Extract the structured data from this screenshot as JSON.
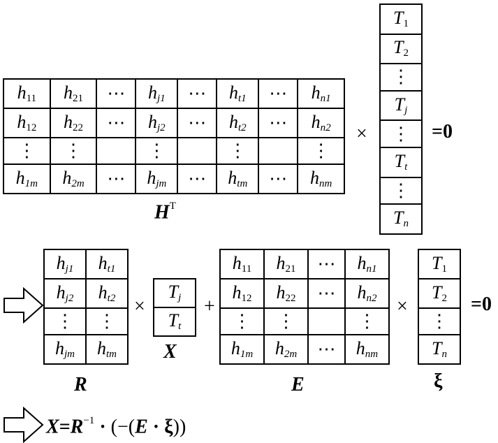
{
  "h_matrix": {
    "rows": [
      [
        [
          "h",
          "11"
        ],
        [
          "h",
          "21"
        ],
        [
          "⋯",
          ""
        ],
        [
          "h",
          "j1"
        ],
        [
          "⋯",
          ""
        ],
        [
          "h",
          "t1"
        ],
        [
          "⋯",
          ""
        ],
        [
          "h",
          "n1"
        ]
      ],
      [
        [
          "h",
          "12"
        ],
        [
          "h",
          "22"
        ],
        [
          "⋯",
          ""
        ],
        [
          "h",
          "j2"
        ],
        [
          "⋯",
          ""
        ],
        [
          "h",
          "t2"
        ],
        [
          "⋯",
          ""
        ],
        [
          "h",
          "n2"
        ]
      ],
      [
        [
          "⋮",
          ""
        ],
        [
          "⋮",
          ""
        ],
        [
          "",
          ""
        ],
        [
          "⋮",
          ""
        ],
        [
          "",
          ""
        ],
        [
          "⋮",
          ""
        ],
        [
          "",
          ""
        ],
        [
          "⋮",
          ""
        ]
      ],
      [
        [
          "h",
          "1m"
        ],
        [
          "h",
          "2m"
        ],
        [
          "⋯",
          ""
        ],
        [
          "h",
          "jm"
        ],
        [
          "⋯",
          ""
        ],
        [
          "h",
          "tm"
        ],
        [
          "⋯",
          ""
        ],
        [
          "h",
          "nm"
        ]
      ]
    ],
    "label": "H",
    "label_sup": "T"
  },
  "t_vector": {
    "cells": [
      [
        "T",
        "1"
      ],
      [
        "T",
        "2"
      ],
      [
        "⋮",
        ""
      ],
      [
        "T",
        "j"
      ],
      [
        "⋮",
        ""
      ],
      [
        "T",
        "t"
      ],
      [
        "⋮",
        ""
      ],
      [
        "T",
        "n"
      ]
    ]
  },
  "r_matrix": {
    "rows": [
      [
        [
          "h",
          "j1"
        ],
        [
          "h",
          "t1"
        ]
      ],
      [
        [
          "h",
          "j2"
        ],
        [
          "h",
          "t2"
        ]
      ],
      [
        [
          "⋮",
          ""
        ],
        [
          "⋮",
          ""
        ]
      ],
      [
        [
          "h",
          "jm"
        ],
        [
          "h",
          "tm"
        ]
      ]
    ],
    "label": "R"
  },
  "x_vector": {
    "cells": [
      [
        "T",
        "j"
      ],
      [
        "T",
        "t"
      ]
    ],
    "label": "X"
  },
  "e_matrix": {
    "rows": [
      [
        [
          "h",
          "11"
        ],
        [
          "h",
          "21"
        ],
        [
          "⋯",
          ""
        ],
        [
          "h",
          "n1"
        ]
      ],
      [
        [
          "h",
          "12"
        ],
        [
          "h",
          "22"
        ],
        [
          "⋯",
          ""
        ],
        [
          "h",
          "n2"
        ]
      ],
      [
        [
          "⋮",
          ""
        ],
        [
          "⋮",
          ""
        ],
        [
          "",
          ""
        ],
        [
          "⋮",
          ""
        ]
      ],
      [
        [
          "h",
          "1m"
        ],
        [
          "h",
          "2m"
        ],
        [
          "⋯",
          ""
        ],
        [
          "h",
          "nm"
        ]
      ]
    ],
    "label": "E"
  },
  "xi_vector": {
    "cells": [
      [
        "T",
        "1"
      ],
      [
        "T",
        "2"
      ],
      [
        "⋮",
        ""
      ],
      [
        "T",
        "n"
      ]
    ],
    "label": "ξ"
  },
  "operators": {
    "times": "×",
    "plus": "+",
    "equals_zero": "=0"
  },
  "final_equation": {
    "x": "X",
    "eq": "=",
    "r": "R",
    "r_sup": "−1",
    "dot1": "·",
    "open": "(−(",
    "e": "E",
    "dot2": "·",
    "xi": "ξ",
    "close": "))"
  }
}
